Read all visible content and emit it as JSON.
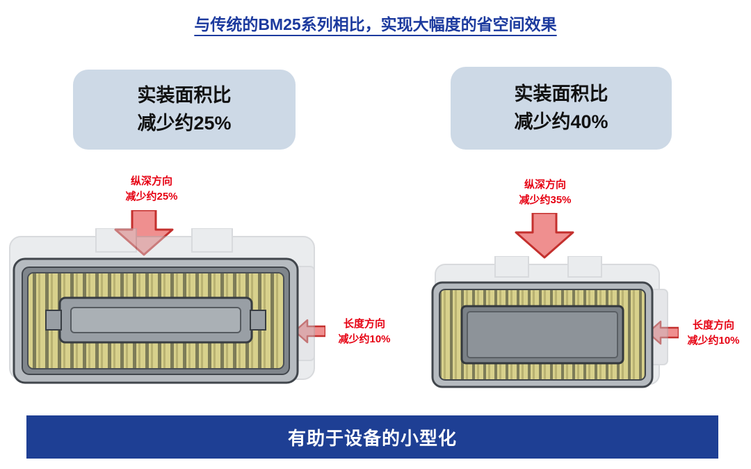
{
  "title": "与传统的BM25系列相比，实现大幅度的省空间效果",
  "left": {
    "callout": {
      "line1": "实装面积比",
      "line2": "减少约25%"
    },
    "depth": {
      "line1": "纵深方向",
      "line2": "减少约25%"
    },
    "length": {
      "line1": "长度方向",
      "line2": "减少约10%"
    }
  },
  "right": {
    "callout": {
      "line1": "实装面积比",
      "line2": "减少约40%"
    },
    "depth": {
      "line1": "纵深方向",
      "line2": "减少约35%"
    },
    "length": {
      "line1": "长度方向",
      "line2": "减少约10%"
    }
  },
  "footer": "有助于设备的小型化",
  "colors": {
    "title_blue": "#1c3a9e",
    "banner_blue": "#1e3f94",
    "callout_bg": "#cdd9e6",
    "annotation_red": "#e60012",
    "arrow_fill": "#ef8f8f",
    "arrow_stroke": "#c4302e"
  }
}
